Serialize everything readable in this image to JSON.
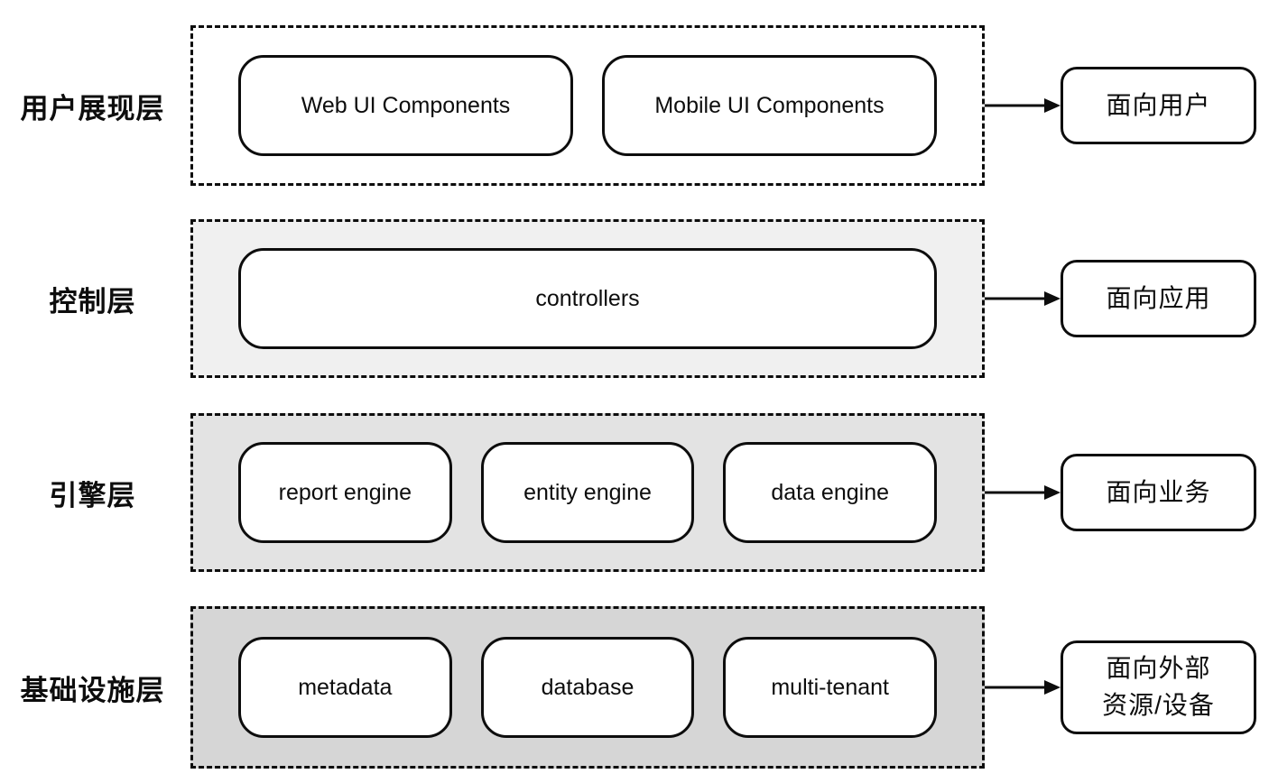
{
  "colors": {
    "border": "#0d0d0d",
    "arrow": "#0d0d0d",
    "layer_backgrounds": [
      "#ffffff",
      "#f0f0f0",
      "#e3e3e3",
      "#d6d6d6"
    ]
  },
  "layers": [
    {
      "label": "用户展现层",
      "bg": "#ffffff",
      "boxes": [
        "Web UI Components",
        "Mobile UI Components"
      ],
      "target": "面向用户"
    },
    {
      "label": "控制层",
      "bg": "#f0f0f0",
      "boxes": [
        "controllers"
      ],
      "target": "面向应用"
    },
    {
      "label": "引擎层",
      "bg": "#e3e3e3",
      "boxes": [
        "report engine",
        "entity engine",
        "data engine"
      ],
      "target": "面向业务"
    },
    {
      "label": "基础设施层",
      "bg": "#d6d6d6",
      "boxes": [
        "metadata",
        "database",
        "multi-tenant"
      ],
      "target": "面向外部\n资源/设备"
    }
  ]
}
